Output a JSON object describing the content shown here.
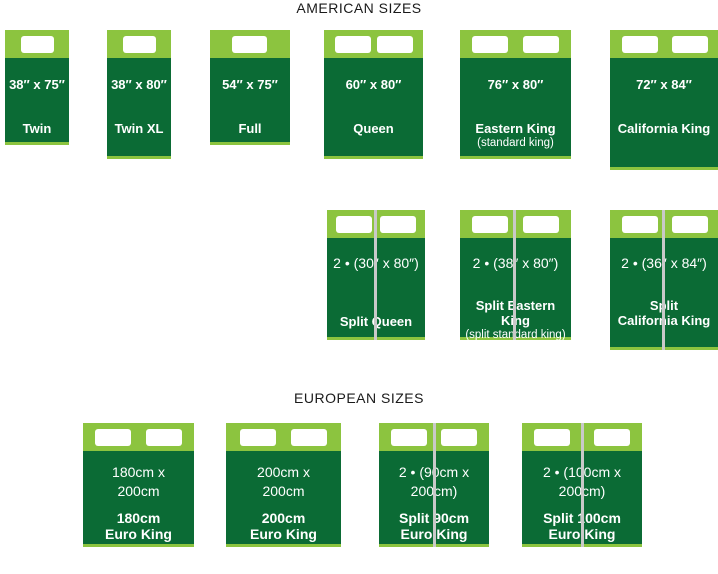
{
  "american_title": "AMERICAN SIZES",
  "european_title": "EUROPEAN SIZES",
  "american": [
    {
      "dims": "38″ x 75″",
      "name": "Twin"
    },
    {
      "dims": "38″ x 80″",
      "name": "Twin XL"
    },
    {
      "dims": "54″ x 75″",
      "name": "Full"
    },
    {
      "dims": "60″ x 80″",
      "name": "Queen"
    },
    {
      "dims": "76″ x 80″",
      "name": "Eastern King",
      "sub": "(standard king)"
    },
    {
      "dims": "72″ x 84″",
      "name": "California King"
    }
  ],
  "american_split": [
    {
      "dims": "2 • (30″ x 80″)",
      "name": "Split  Queen"
    },
    {
      "dims": "2 • (38″ x 80″)",
      "name": "Split Eastern King",
      "sub": "(split standard king)"
    },
    {
      "dims": "2 • (36″ x 84″)",
      "name_line1": "Split",
      "name_line2": "California King"
    }
  ],
  "european": [
    {
      "dims_line1": "180cm x",
      "dims_line2": "200cm",
      "name_line1": "180cm",
      "name_line2": "Euro King"
    },
    {
      "dims_line1": "200cm x",
      "dims_line2": "200cm",
      "name_line1": "200cm",
      "name_line2": "Euro King"
    },
    {
      "dims_line1": "2 • (90cm x",
      "dims_line2": "200cm)",
      "name_line1": "Split  90cm",
      "name_line2": "Euro King"
    },
    {
      "dims_line1": "2 • (100cm x",
      "dims_line2": "200cm)",
      "name_line1": "Split  100cm",
      "name_line2": "Euro King"
    }
  ]
}
